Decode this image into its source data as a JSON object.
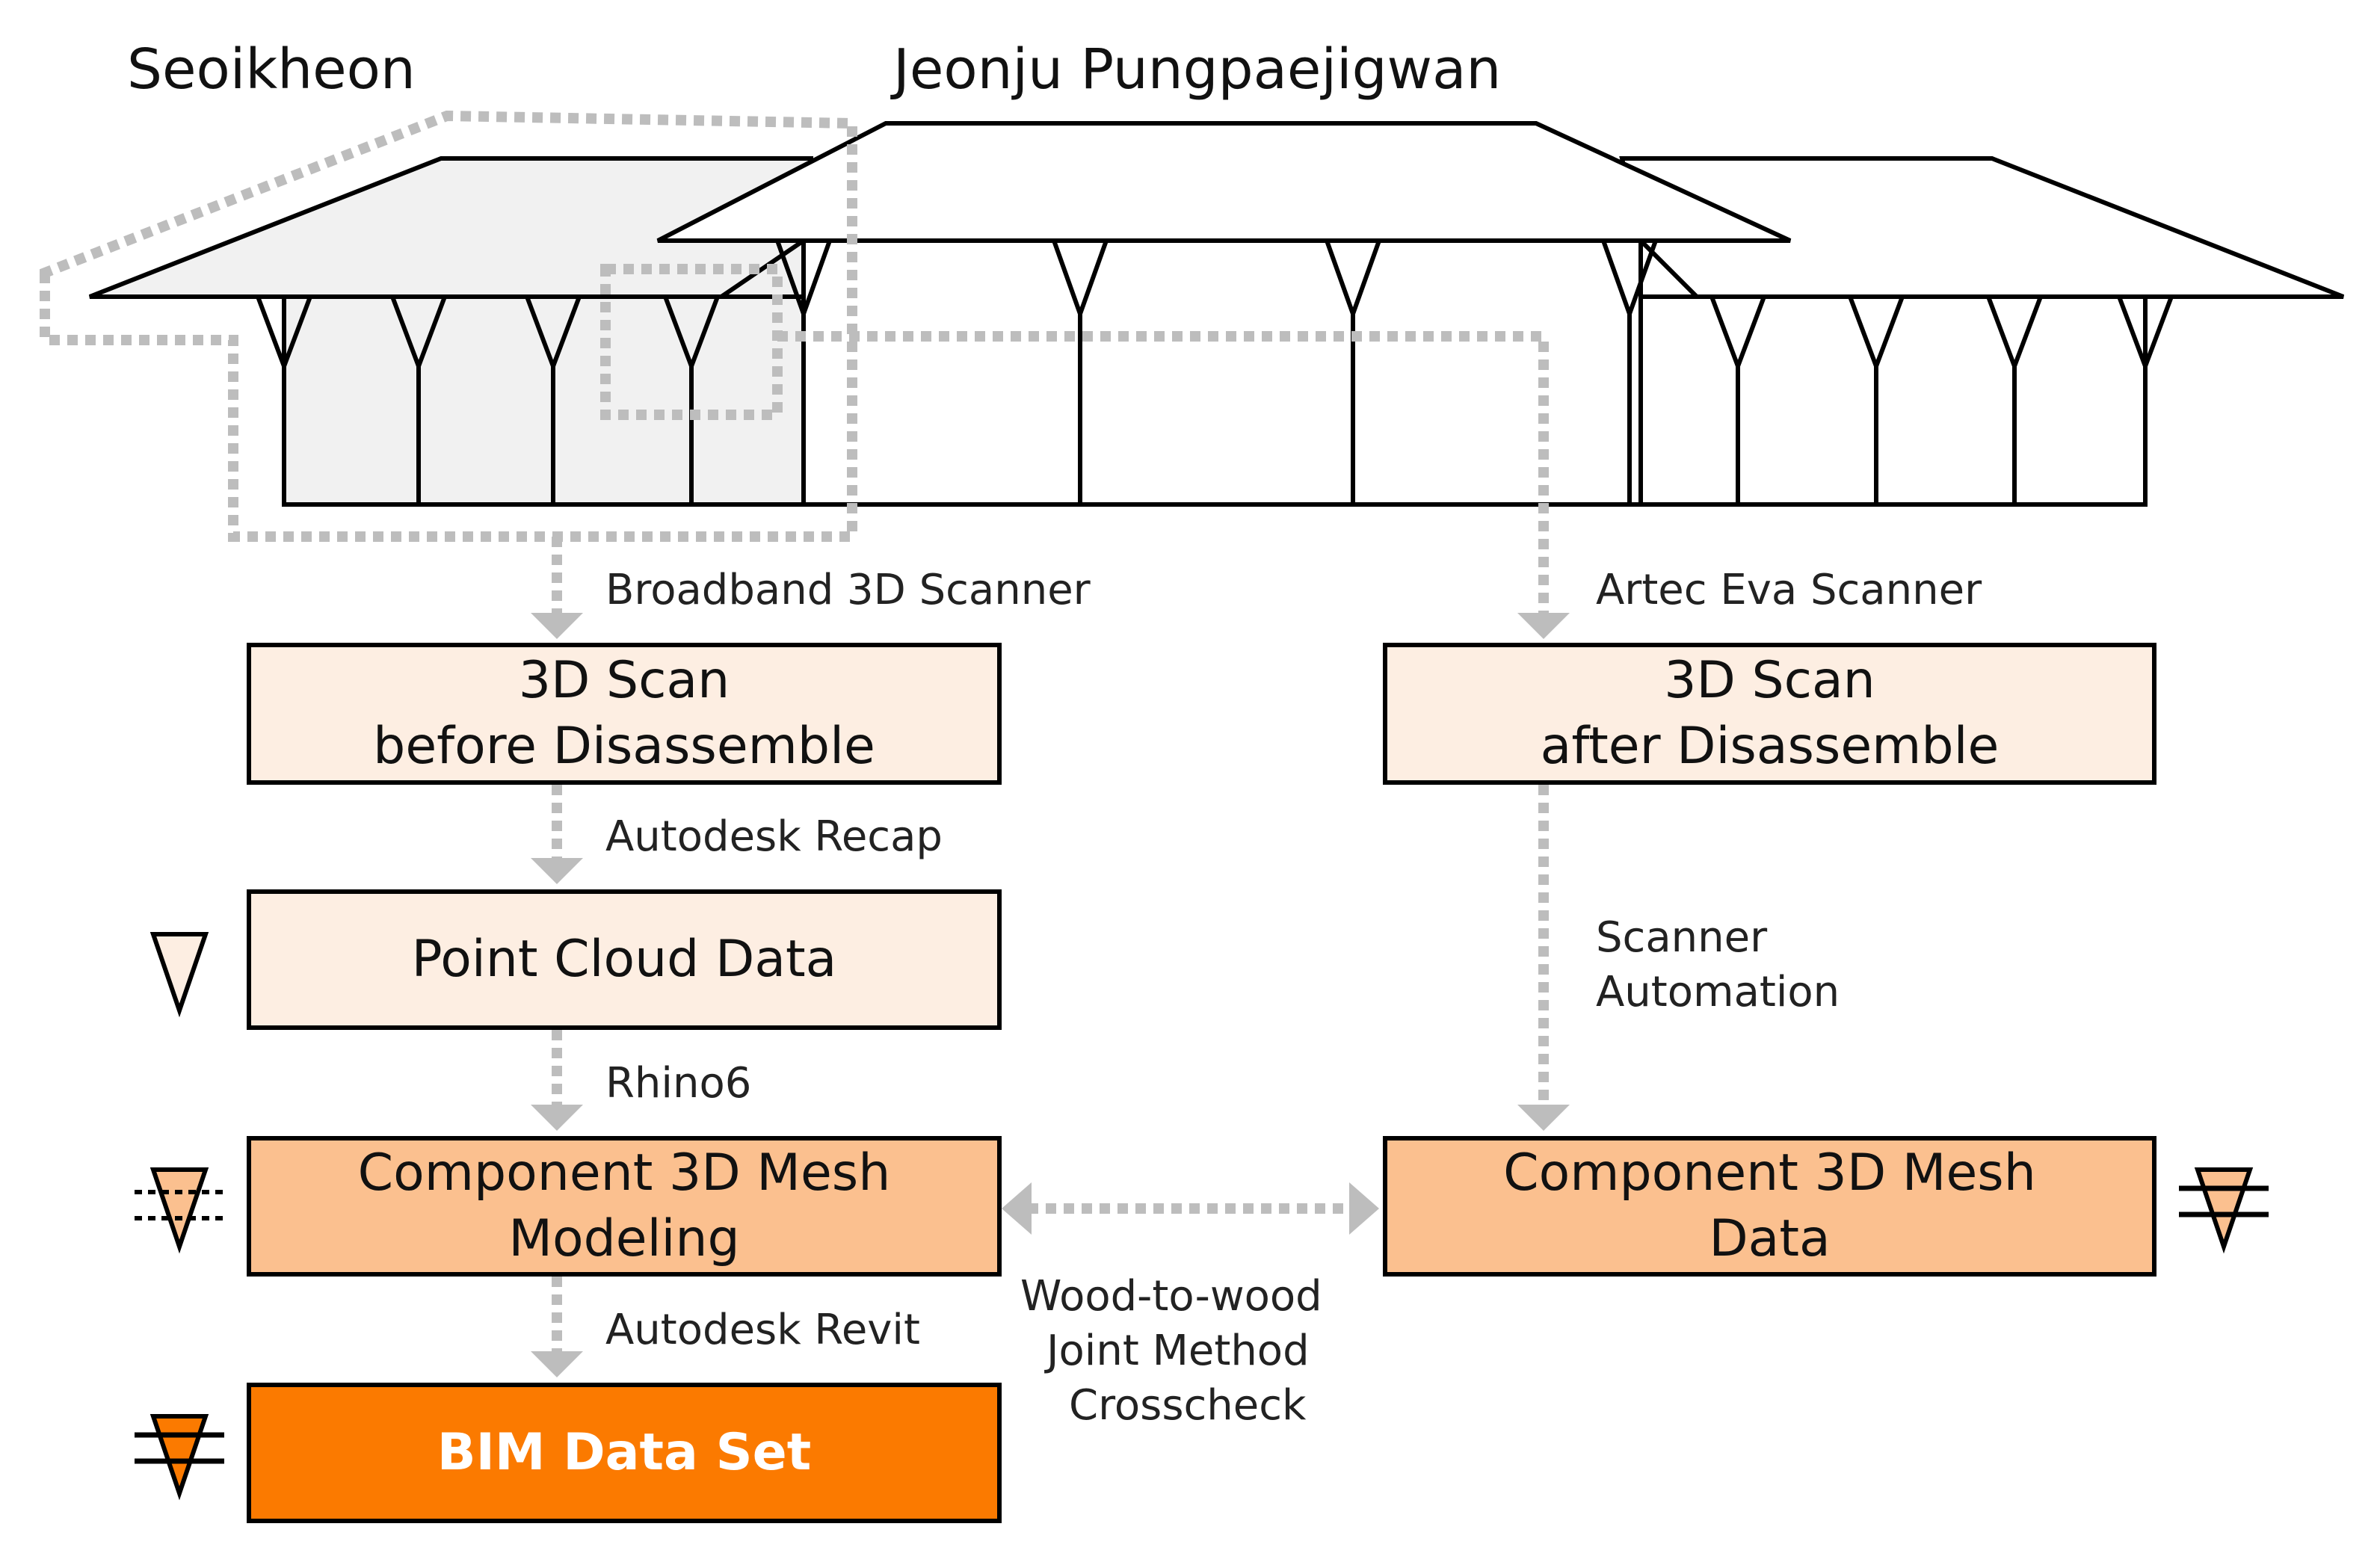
{
  "titles": {
    "left": "Seoikheon",
    "right": "Jeonju Pungpaejigwan"
  },
  "boxes": {
    "scan_before": {
      "line1": "3D Scan",
      "line2": "before Disassemble"
    },
    "point_cloud": {
      "line1": "Point Cloud Data"
    },
    "mesh_modeling": {
      "line1": "Component 3D Mesh",
      "line2": "Modeling"
    },
    "bim": {
      "line1": "BIM Data Set"
    },
    "scan_after": {
      "line1": "3D Scan",
      "line2": "after Disassemble"
    },
    "mesh_data": {
      "line1": "Component 3D Mesh",
      "line2": "Data"
    }
  },
  "labels": {
    "broadband": "Broadband 3D Scanner",
    "recap": "Autodesk Recap",
    "rhino": "Rhino6",
    "revit": "Autodesk Revit",
    "artec": "Artec Eva Scanner",
    "automation_1": "Scanner",
    "automation_2": "Automation",
    "crosscheck_1": "Wood-to-wood",
    "crosscheck_2": "Joint Method",
    "crosscheck_3": "Crosscheck"
  },
  "colors": {
    "light_fill": "#fdeee2",
    "medium_fill": "#fbc08f",
    "dark_fill": "#fb7a00",
    "building_gray": "#f1f1f1",
    "dotted_gray": "#bdbdbd"
  }
}
